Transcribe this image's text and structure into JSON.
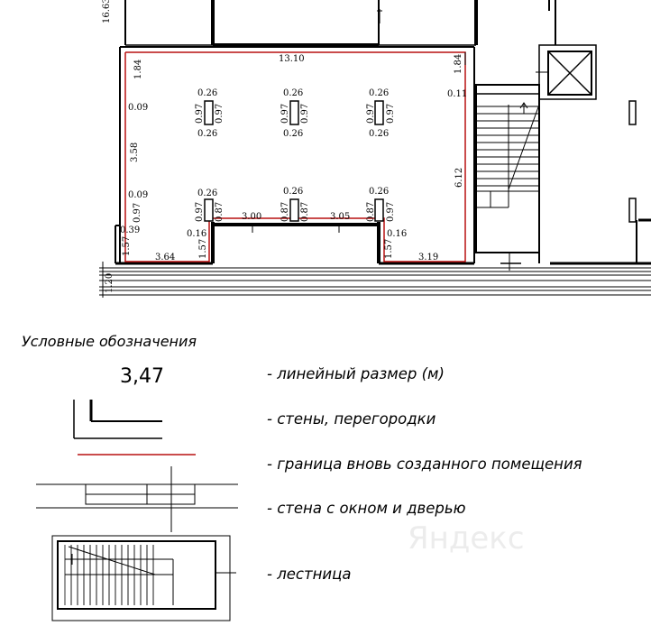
{
  "colors": {
    "wall": "#000000",
    "boundary": "#b81010"
  },
  "dims": {
    "top_partial": "16.63",
    "top_width": "13.10",
    "left_top": "1.84",
    "right_top": "1.84",
    "left_a": "0.09",
    "left_height": "3.58",
    "left_b": "0.09",
    "left_c": "0.97",
    "left_d": "0.39",
    "left_e": "1.57",
    "bottom_left": "3.64",
    "left_f": "0.16",
    "left_g": "1.57",
    "right_a": "0.11",
    "right_height": "6.12",
    "bottom_right": "3.19",
    "right_f": "0.16",
    "right_g": "1.57",
    "mid_span_1": "3.00",
    "mid_span_2": "3.05",
    "street": "1.20",
    "col_a": "0.26",
    "col_b": "0.97"
  },
  "legend": {
    "title": "Условные обозначения",
    "sample_dim": "3,47",
    "items": [
      "- линейный размер (м)",
      "- стены, перегородки",
      "- граница вновь созданного помещения",
      "- стена с окном и дверью",
      "- лестница"
    ]
  }
}
